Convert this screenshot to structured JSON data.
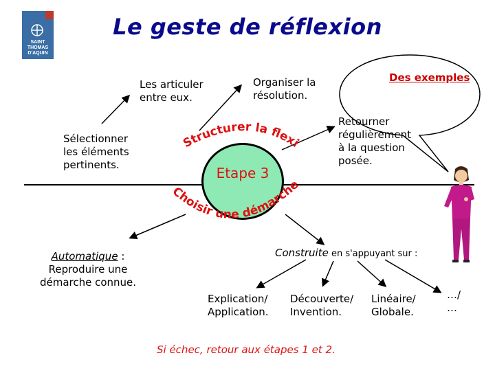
{
  "title": "Le geste de réflexion",
  "logo": {
    "line1": "SAINT",
    "line2": "THOMAS",
    "line3": "D'AQUIN"
  },
  "top_left_items": {
    "articuler": "Les articuler\nentre eux.",
    "selectionner": "Sélectionner\nles éléments\npertinents."
  },
  "organiser": "Organiser la\nrésolution.",
  "exemples": "Des exemples",
  "retourner": "Retourner\nrégulièrement\nà la question\n posée.",
  "center": {
    "label": "Etape 3",
    "arc_top": "Structurer la flexion",
    "arc_bottom": "Choisir une démarche adaptée"
  },
  "automatique": {
    "title": "Automatique",
    "rest": " :\nReproduire une\ndémarche connue."
  },
  "construite": {
    "title": "Construite",
    "rest": " en s'appuyant sur :"
  },
  "branches": [
    {
      "label": "Explication/\nApplication."
    },
    {
      "label": "Découverte/\nInvention."
    },
    {
      "label": "Linéaire/\nGlobale."
    },
    {
      "label": "…/\n…"
    }
  ],
  "echec": "Si échec, retour aux étapes 1 et 2.",
  "colors": {
    "title": "#0a0a8c",
    "accent_red": "#dd1111",
    "circle_fill": "#8fe9b4"
  }
}
